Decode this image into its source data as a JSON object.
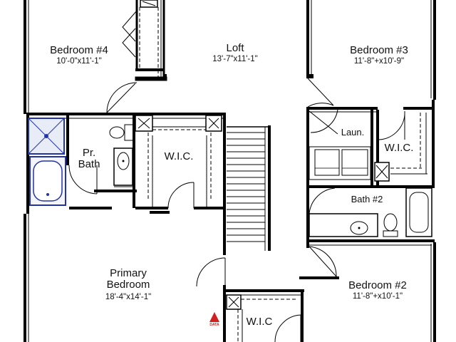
{
  "rooms": {
    "bedroom4": {
      "name": "Bedroom #4",
      "size": "10'-0\"x11'-1\""
    },
    "loft": {
      "name": "Loft",
      "size": "13'-7\"x11'-1\""
    },
    "bedroom3": {
      "name": "Bedroom #3",
      "size": "11'-8\"+x10'-9\""
    },
    "pr_bath": {
      "name_line1": "Pr.",
      "name_line2": "Bath"
    },
    "wic_primary": {
      "name": "W.I.C."
    },
    "laundry": {
      "name": "Laun."
    },
    "wic_bed3": {
      "name": "W.I.C."
    },
    "bath2": {
      "name": "Bath #2"
    },
    "primary": {
      "name_line1": "Primary",
      "name_line2": "Bedroom",
      "size": "18'-4\"x14'-1\""
    },
    "bedroom2": {
      "name": "Bedroom #2",
      "size": "11'-8\"+x10'-1\""
    },
    "wic_bottom": {
      "name": "W.I.C"
    }
  },
  "marker": {
    "label": "DATA",
    "color": "#d21f1f"
  },
  "colors": {
    "wall": "#000000",
    "fixture_blue": "#2233aa",
    "fixture_fill": "#e8ecf6"
  }
}
